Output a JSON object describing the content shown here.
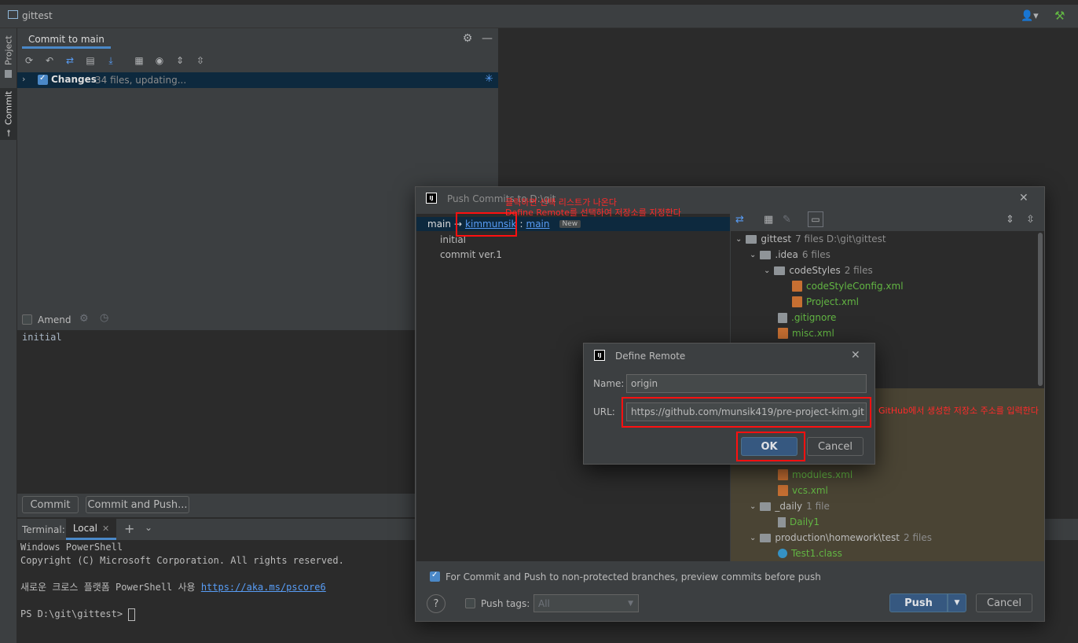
{
  "window": {
    "title": "gittest"
  },
  "side_tabs": {
    "project": "Project",
    "commit": "Commit"
  },
  "commit_panel": {
    "tab": "Commit to main",
    "changes_label": "Changes",
    "changes_status": "34 files, updating...",
    "amend_label": "Amend",
    "message": "initial",
    "commit_button": "Commit",
    "commit_push_button": "Commit and Push..."
  },
  "terminal": {
    "label": "Terminal:",
    "tab": "Local",
    "lines": [
      "Windows PowerShell",
      "Copyright (C) Microsoft Corporation. All rights reserved.",
      "",
      "새로운 크로스 플랫폼 PowerShell 사용 ",
      "",
      "PS D:\\git\\gittest> "
    ],
    "link": "https://aka.ms/pscore6"
  },
  "push_dialog": {
    "title": "Push Commits to D:\\git",
    "branch_local": "main",
    "arrow": "→",
    "remote_name": "kimmunsik",
    "separator": ":",
    "remote_branch": "main",
    "new_badge": "New",
    "commits": [
      "initial",
      "commit ver.1"
    ],
    "tree": [
      {
        "name": "gittest",
        "meta": "7 files  D:\\git\\gittest"
      },
      {
        "name": ".idea",
        "meta": "6 files"
      },
      {
        "name": "codeStyles",
        "meta": "2 files"
      },
      {
        "name": "codeStyleConfig.xml",
        "meta": ""
      },
      {
        "name": "Project.xml",
        "meta": ""
      },
      {
        "name": ".gitignore",
        "meta": ""
      },
      {
        "name": "misc.xml",
        "meta": ""
      },
      {
        "name": "modules.xml",
        "meta": ""
      },
      {
        "name": "vcs.xml",
        "meta": ""
      },
      {
        "name": "_daily",
        "meta": "1 file"
      },
      {
        "name": "Daily1",
        "meta": ""
      },
      {
        "name": "production\\homework\\test",
        "meta": "2 files"
      },
      {
        "name": "Test1.class",
        "meta": ""
      }
    ],
    "preview_option": "For Commit and Push to non-protected branches, preview commits before push",
    "push_tags_label": "Push tags:",
    "push_tags_value": "All",
    "push_button": "Push",
    "cancel_button": "Cancel",
    "help": "?"
  },
  "define_remote": {
    "title": "Define Remote",
    "name_label": "Name:",
    "name_value": "origin",
    "url_label": "URL:",
    "url_value": "https://github.com/munsik419/pre-project-kim.git",
    "ok_button": "OK",
    "cancel_button": "Cancel"
  },
  "annotations": {
    "note1_line1": "클릭하면 선택 리스트가 나온다",
    "note1_line2": "Define Remote를 선택하여 저장소를 지정한다",
    "note2": "GitHub에서 생성한 저장소 주소를 입력한다"
  }
}
